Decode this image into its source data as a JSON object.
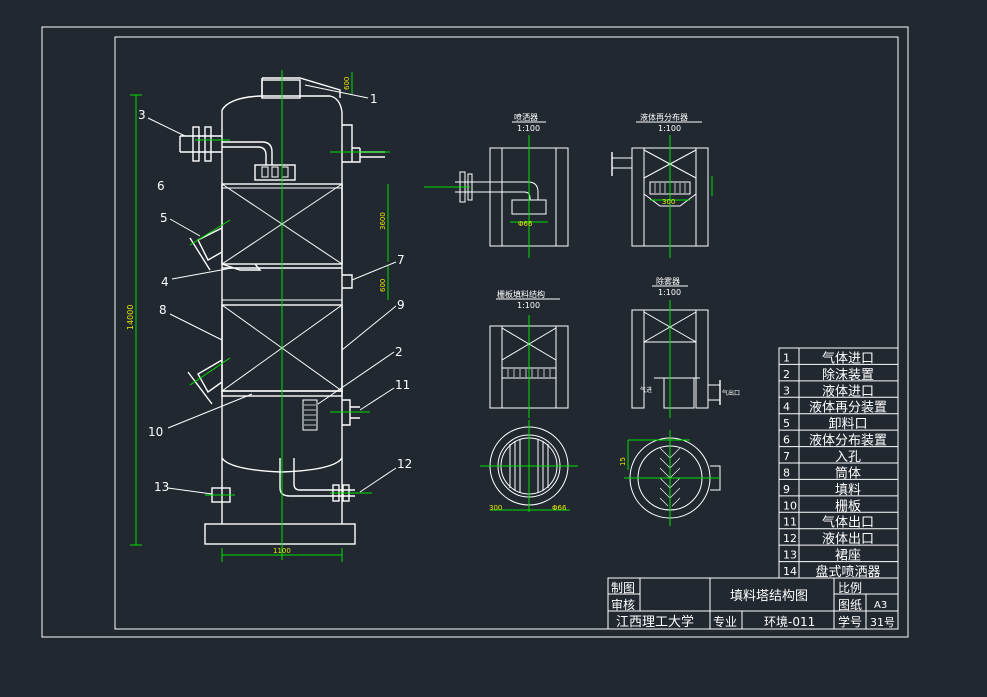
{
  "colors": {
    "background": "#212830",
    "lines": "#ffffff",
    "centerline": "#00e000",
    "dimension": "#e8e800"
  },
  "tower": {
    "callouts": [
      "1",
      "3",
      "6",
      "5",
      "4",
      "7",
      "8",
      "9",
      "2",
      "11",
      "10",
      "13",
      "12"
    ],
    "dims": {
      "top": "600",
      "upper": "3600",
      "mid": "600",
      "height": "14000",
      "width": "1100"
    }
  },
  "details": {
    "sprayer": {
      "title": "喷洒器",
      "scale": "1:100",
      "dim": "Φ66"
    },
    "redistributor": {
      "title": "液体再分布器",
      "scale": "1:100",
      "dim": "300"
    },
    "packing": {
      "title": "栅板填料结构",
      "scale": "1:100",
      "dim_a": "300",
      "dim_b": "Φ66"
    },
    "demister": {
      "title": "除雾器",
      "scale": "1:100",
      "gas_in": "气进",
      "gas_out": "气出口",
      "dim": "15"
    }
  },
  "parts_list": [
    {
      "no": "1",
      "name": "气体进口"
    },
    {
      "no": "2",
      "name": "除沫装置"
    },
    {
      "no": "3",
      "name": "液体进口"
    },
    {
      "no": "4",
      "name": "液体再分装置"
    },
    {
      "no": "5",
      "name": "卸料口"
    },
    {
      "no": "6",
      "name": "液体分布装置"
    },
    {
      "no": "7",
      "name": "入孔"
    },
    {
      "no": "8",
      "name": "筒体"
    },
    {
      "no": "9",
      "name": "填料"
    },
    {
      "no": "10",
      "name": "栅板"
    },
    {
      "no": "11",
      "name": "气体出口"
    },
    {
      "no": "12",
      "name": "液体出口"
    },
    {
      "no": "13",
      "name": "裙座"
    },
    {
      "no": "14",
      "name": "盘式喷洒器"
    }
  ],
  "title_block": {
    "draw": "制图",
    "check": "审核",
    "title": "填料塔结构图",
    "scale_label": "比例",
    "sheet_label": "图纸",
    "sheet_value": "A3",
    "school": "江西理工大学",
    "major_label": "专业",
    "major_value": "环境-011",
    "id_label": "学号",
    "id_value": "31号"
  }
}
